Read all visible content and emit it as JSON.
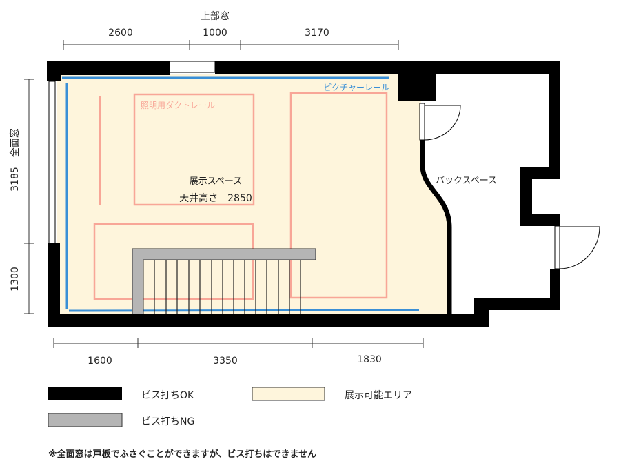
{
  "colors": {
    "wall_ok": "#000000",
    "wall_ng": "#b5b5b5",
    "exhibit_area": "#fef5dc",
    "picture_rail": "#3a8fd6",
    "duct_rail": "#f8a697"
  },
  "dimensions": {
    "top": {
      "window_label": "上部窓",
      "segments": [
        "2600",
        "1000",
        "3170"
      ]
    },
    "left": {
      "segments": [
        "3185　全面窓",
        "1300"
      ]
    },
    "bottom": {
      "segments": [
        "1600",
        "3350",
        "1830"
      ]
    }
  },
  "rooms": {
    "exhibit": {
      "name": "展示スペース",
      "ceiling": "天井高さ　2850"
    },
    "back": {
      "name": "バックスペース"
    }
  },
  "rails": {
    "picture_rail": "ピクチャーレール",
    "duct_rail": "照明用ダクトレール"
  },
  "legend": [
    {
      "label": "ビス打ちOK",
      "color": "#000000"
    },
    {
      "label": "展示可能エリア",
      "color": "#fef5dc"
    },
    {
      "label": "ビス打ちNG",
      "color": "#b5b5b5"
    }
  ],
  "note": "※全面窓は戸板でふさぐことができますが、ビス打ちはできません"
}
